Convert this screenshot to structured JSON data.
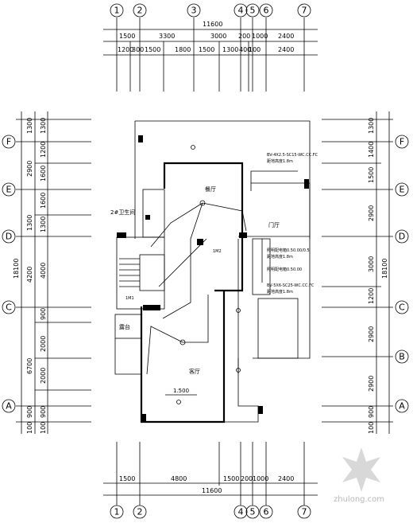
{
  "axes": {
    "top": [
      "1",
      "2",
      "3",
      "4",
      "5",
      "6",
      "7"
    ],
    "bottom": [
      "1",
      "2",
      "4",
      "5",
      "6",
      "7"
    ],
    "left": [
      "F",
      "E",
      "D",
      "C",
      "A"
    ],
    "right": [
      "F",
      "E",
      "D",
      "C",
      "B",
      "A"
    ]
  },
  "top_dims": {
    "total": "11600",
    "row1": [
      "1500",
      "3300",
      "3000",
      "200",
      "1000",
      "2400"
    ],
    "row2": [
      "1200",
      "300",
      "1500",
      "1800",
      "1500",
      "1300",
      "400",
      "100",
      "2400"
    ]
  },
  "bottom_dims": {
    "total": "11600",
    "row1": [
      "1500",
      "4800",
      "1500",
      "200",
      "1000",
      "2400"
    ]
  },
  "left_dims": {
    "total": "18100",
    "outer": [
      "1300",
      "2900",
      "1300",
      "4200",
      "6700",
      "900",
      "100"
    ],
    "inner": [
      "1300",
      "1200",
      "1600",
      "1600",
      "1300",
      "4000",
      "900",
      "2000",
      "2000",
      "900",
      "100"
    ]
  },
  "right_dims": {
    "total": "18100",
    "items": [
      "1300",
      "1400",
      "1500",
      "2900",
      "3000",
      "1200",
      "2900",
      "2900",
      "900",
      "100"
    ]
  },
  "rooms": {
    "restaurant": "餐厅",
    "living": "客厅",
    "entry": "门厅",
    "terrace": "露台",
    "stair_note": "2#卫生间",
    "level": "1.500"
  },
  "notes": {
    "n1": "BV-4X2.5-SC15-WC.CC.FC",
    "n1b": "距地高度1.8m",
    "n2": "BV-5X6-SC25-WC.CC.FC",
    "n2b": "距地高度1.8m",
    "n3": "照明配电箱0.50.00/0.5",
    "n3b": "距地高度1.8m",
    "n4": "照明配电箱0.50.00",
    "m1": "1M2",
    "m2": "1M1"
  },
  "watermark": "zhulong.com"
}
